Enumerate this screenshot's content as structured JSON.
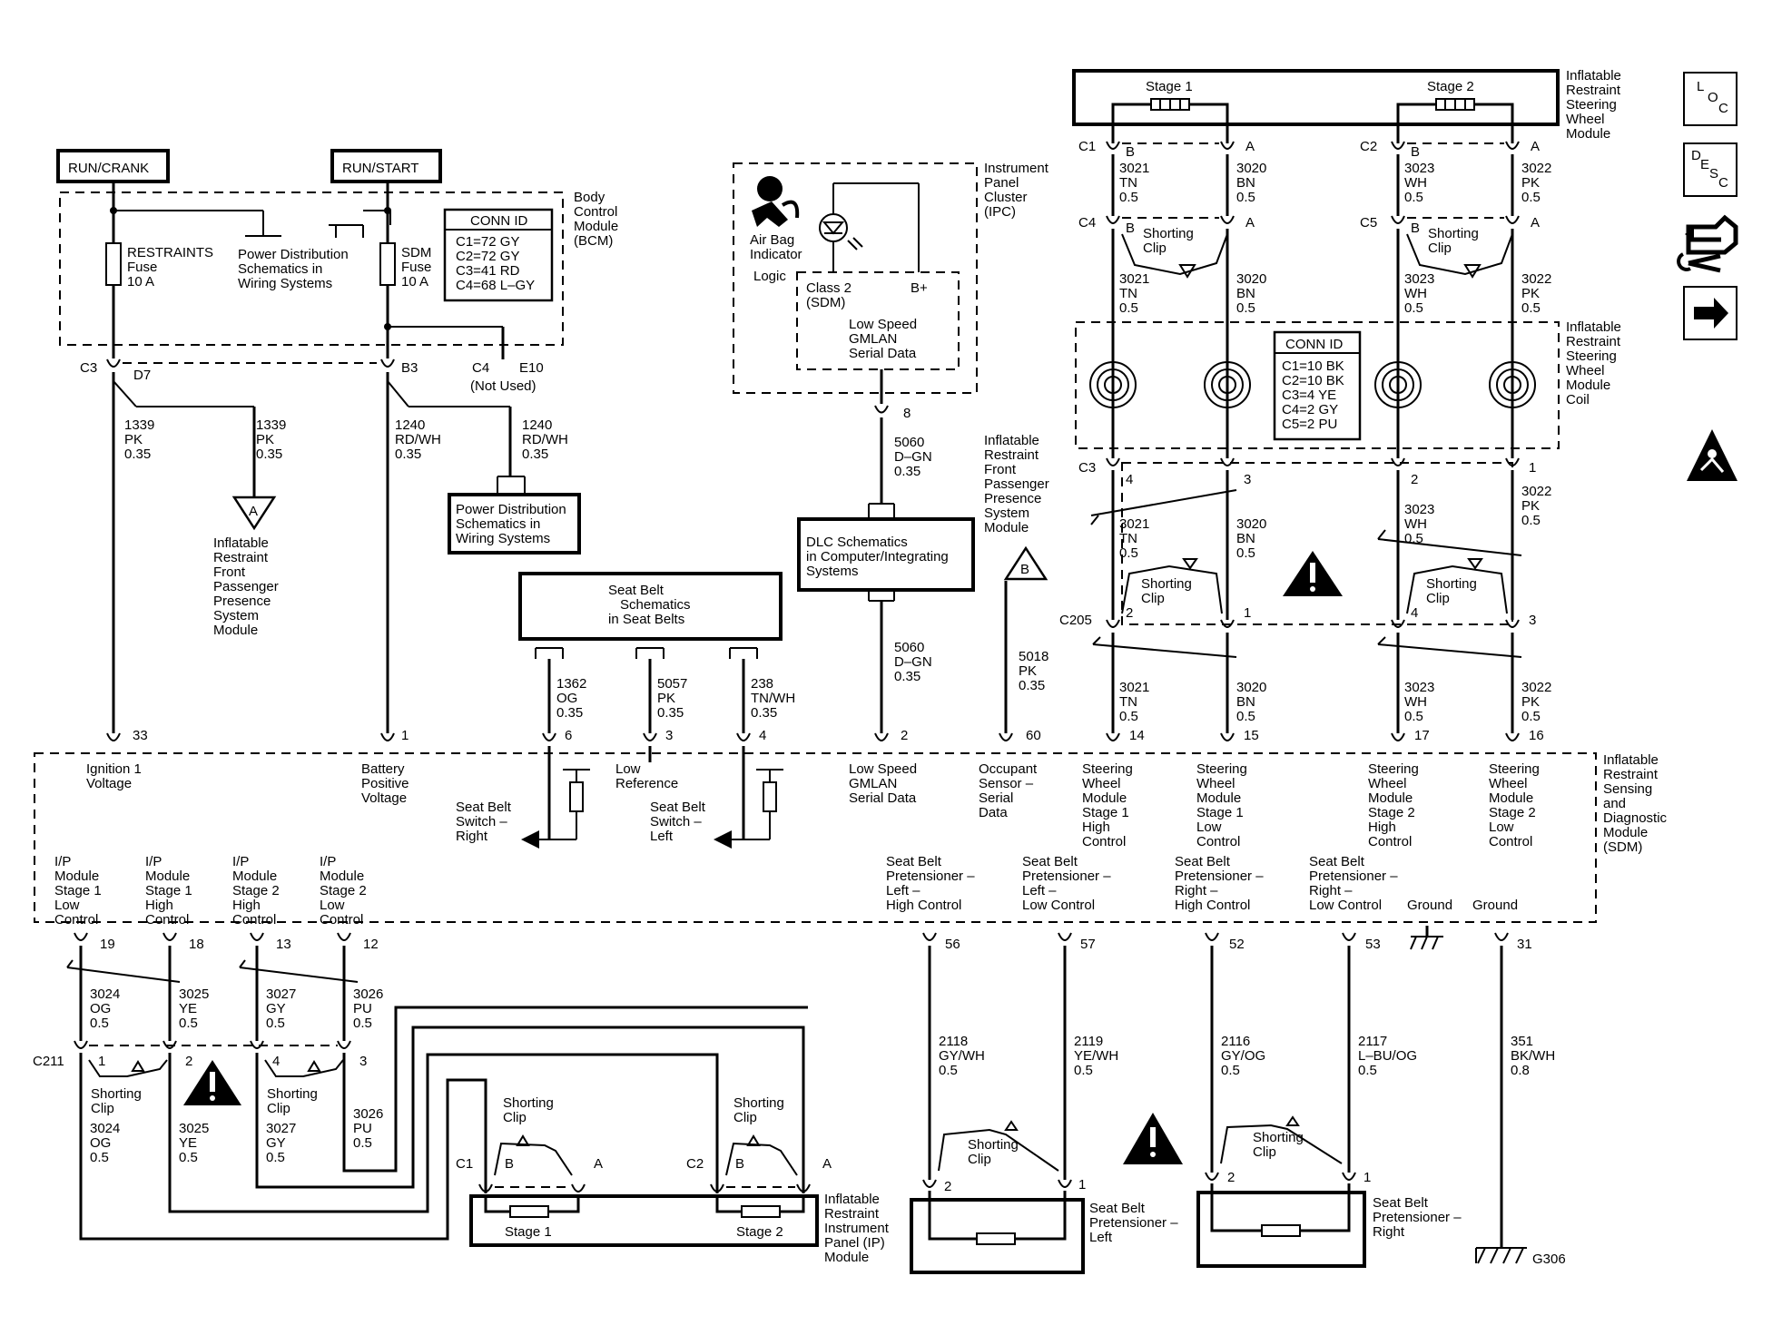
{
  "power_labels": {
    "run_crank": "RUN/CRANK",
    "run_start": "RUN/START"
  },
  "modules": {
    "bcm": [
      "Body",
      "Control",
      "Module",
      "(BCM)"
    ],
    "ipc": [
      "Instrument",
      "Panel",
      "Cluster",
      "(IPC)"
    ],
    "steering_module": [
      "Inflatable",
      "Restraint",
      "Steering",
      "Wheel",
      "Module"
    ],
    "steering_coil": [
      "Inflatable",
      "Restraint",
      "Steering",
      "Wheel",
      "Module",
      "Coil"
    ],
    "passenger_presence": [
      "Inflatable",
      "Restraint",
      "Front",
      "Passenger",
      "Presence",
      "System",
      "Module"
    ],
    "passenger_presence_ref": [
      "Inflatable",
      "Restraint",
      "Front",
      "Passenger",
      "Presence",
      "System",
      "Module"
    ],
    "sdm": [
      "Inflatable",
      "Restraint",
      "Sensing",
      "and",
      "Diagnostic",
      "Module",
      "(SDM)"
    ],
    "ip_module": [
      "Inflatable",
      "Restraint",
      "Instrument",
      "Panel (IP)",
      "Module"
    ],
    "pretensioner_left": [
      "Seat Belt",
      "Pretensioner –",
      "Left"
    ],
    "pretensioner_right": [
      "Seat Belt",
      "Pretensioner –",
      "Right"
    ]
  },
  "fuses": {
    "restraints": [
      "RESTRAINTS",
      "Fuse",
      "10 A"
    ],
    "sdm": [
      "SDM",
      "Fuse",
      "10 A"
    ],
    "power_dist": [
      "Power Distribution",
      "Schematics in",
      "Wiring Systems"
    ]
  },
  "bcm_conn_id": {
    "title": "CONN ID",
    "rows": [
      "C1=72 GY",
      "C2=72 GY",
      "C3=41 RD",
      "C4=68 L–GY"
    ]
  },
  "coil_conn_id": {
    "title": "CONN ID",
    "rows": [
      "C1=10 BK",
      "C2=10 BK",
      "C3=4 YE",
      "C4=2 GY",
      "C5=2 PU"
    ]
  },
  "ref_boxes": {
    "power_dist": [
      "Power Distribution",
      "Schematics in",
      "Wiring Systems"
    ],
    "dlc": [
      "DLC Schematics",
      "in Computer/Integrating",
      "Systems"
    ],
    "seat_belt": [
      "Seat Belt",
      "Schematics",
      "in Seat Belts"
    ]
  },
  "ipc": {
    "airbag_indicator": [
      "Air Bag",
      "Indicator"
    ],
    "logic": "Logic",
    "class2": [
      "Class 2",
      "(SDM)"
    ],
    "bplus": "B+",
    "low_speed": [
      "Low Speed",
      "GMLAN",
      "Serial Data"
    ],
    "pin": "8"
  },
  "connectors": {
    "c3": "C3",
    "d7": "D7",
    "b3": "B3",
    "c4": "C4",
    "e10": "E10",
    "not_used": "(Not Used)",
    "sw_c1": "C1",
    "sw_c4": "C4",
    "sw_c2": "C2",
    "sw_c5": "C5",
    "coil_c3": "C3",
    "c205": "C205",
    "c211": "C211",
    "ip_c1": "C1",
    "ip_c2": "C2",
    "g306": "G306"
  },
  "wires": {
    "w1339a": [
      "1339",
      "PK",
      "0.35"
    ],
    "w1339b": [
      "1339",
      "PK",
      "0.35"
    ],
    "w1240a": [
      "1240",
      "RD/WH",
      "0.35"
    ],
    "w1240b": [
      "1240",
      "RD/WH",
      "0.35"
    ],
    "w5060a": [
      "5060",
      "D–GN",
      "0.35"
    ],
    "w5060b": [
      "5060",
      "D–GN",
      "0.35"
    ],
    "w5018": [
      "5018",
      "PK",
      "0.35"
    ],
    "w1362": [
      "1362",
      "OG",
      "0.35"
    ],
    "w5057": [
      "5057",
      "PK",
      "0.35"
    ],
    "w238": [
      "238",
      "TN/WH",
      "0.35"
    ],
    "w3021": [
      "3021",
      "TN",
      "0.5"
    ],
    "w3020": [
      "3020",
      "BN",
      "0.5"
    ],
    "w3023": [
      "3023",
      "WH",
      "0.5"
    ],
    "w3022": [
      "3022",
      "PK",
      "0.5"
    ],
    "w3024": [
      "3024",
      "OG",
      "0.5"
    ],
    "w3025": [
      "3025",
      "YE",
      "0.5"
    ],
    "w3027": [
      "3027",
      "GY",
      "0.5"
    ],
    "w3026": [
      "3026",
      "PU",
      "0.5"
    ],
    "w2118": [
      "2118",
      "GY/WH",
      "0.5"
    ],
    "w2119": [
      "2119",
      "YE/WH",
      "0.5"
    ],
    "w2116": [
      "2116",
      "GY/OG",
      "0.5"
    ],
    "w2117": [
      "2117",
      "L–BU/OG",
      "0.5"
    ],
    "w351": [
      "351",
      "BK/WH",
      "0.8"
    ]
  },
  "stages": {
    "stage1": "Stage 1",
    "stage2": "Stage 2"
  },
  "shorting_clip": [
    "Shorting",
    "Clip"
  ],
  "pins": {
    "p33": "33",
    "p1": "1",
    "p6": "6",
    "p3": "3",
    "p4": "4",
    "p2": "2",
    "p60": "60",
    "p14": "14",
    "p15": "15",
    "p17": "17",
    "p16": "16",
    "p19": "19",
    "p18": "18",
    "p13": "13",
    "p12": "12",
    "p56": "56",
    "p57": "57",
    "p52": "52",
    "p53": "53",
    "p31": "31",
    "A": "A",
    "B": "B"
  },
  "sdm_top_labels": {
    "ignition": [
      "Ignition 1",
      "Voltage"
    ],
    "battery": [
      "Battery",
      "Positive",
      "Voltage"
    ],
    "sb_right": [
      "Seat Belt",
      "Switch –",
      "Right"
    ],
    "low_ref": [
      "Low",
      "Reference"
    ],
    "sb_left": [
      "Seat Belt",
      "Switch –",
      "Left"
    ],
    "gmlan": [
      "Low Speed",
      "GMLAN",
      "Serial Data"
    ],
    "occupant": [
      "Occupant",
      "Sensor –",
      "Serial",
      "Data"
    ],
    "sw_s1_high": [
      "Steering",
      "Wheel",
      "Module",
      "Stage 1",
      "High",
      "Control"
    ],
    "sw_s1_low": [
      "Steering",
      "Wheel",
      "Module",
      "Stage 1",
      "Low",
      "Control"
    ],
    "sw_s2_high": [
      "Steering",
      "Wheel",
      "Module",
      "Stage 2",
      "High",
      "Control"
    ],
    "sw_s2_low": [
      "Steering",
      "Wheel",
      "Module",
      "Stage 2",
      "Low",
      "Control"
    ]
  },
  "sdm_bottom_labels": {
    "ip_s1_low": [
      "I/P",
      "Module",
      "Stage 1",
      "Low",
      "Control"
    ],
    "ip_s1_high": [
      "I/P",
      "Module",
      "Stage 1",
      "High",
      "Control"
    ],
    "ip_s2_high": [
      "I/P",
      "Module",
      "Stage 2",
      "High",
      "Control"
    ],
    "ip_s2_low": [
      "I/P",
      "Module",
      "Stage 2",
      "Low",
      "Control"
    ],
    "pt_left_high": [
      "Seat Belt",
      "Pretensioner –",
      "Left –",
      "High Control"
    ],
    "pt_left_low": [
      "Seat Belt",
      "Pretensioner –",
      "Left –",
      "Low Control"
    ],
    "pt_right_high": [
      "Seat Belt",
      "Pretensioner –",
      "Right –",
      "High Control"
    ],
    "pt_right_low": [
      "Seat Belt",
      "Pretensioner –",
      "Right –",
      "Low Control"
    ],
    "ground1": "Ground",
    "ground2": "Ground"
  },
  "side_buttons": {
    "loc": [
      "L",
      "O",
      "C"
    ],
    "desc": [
      "D",
      "E",
      "S",
      "C"
    ]
  }
}
